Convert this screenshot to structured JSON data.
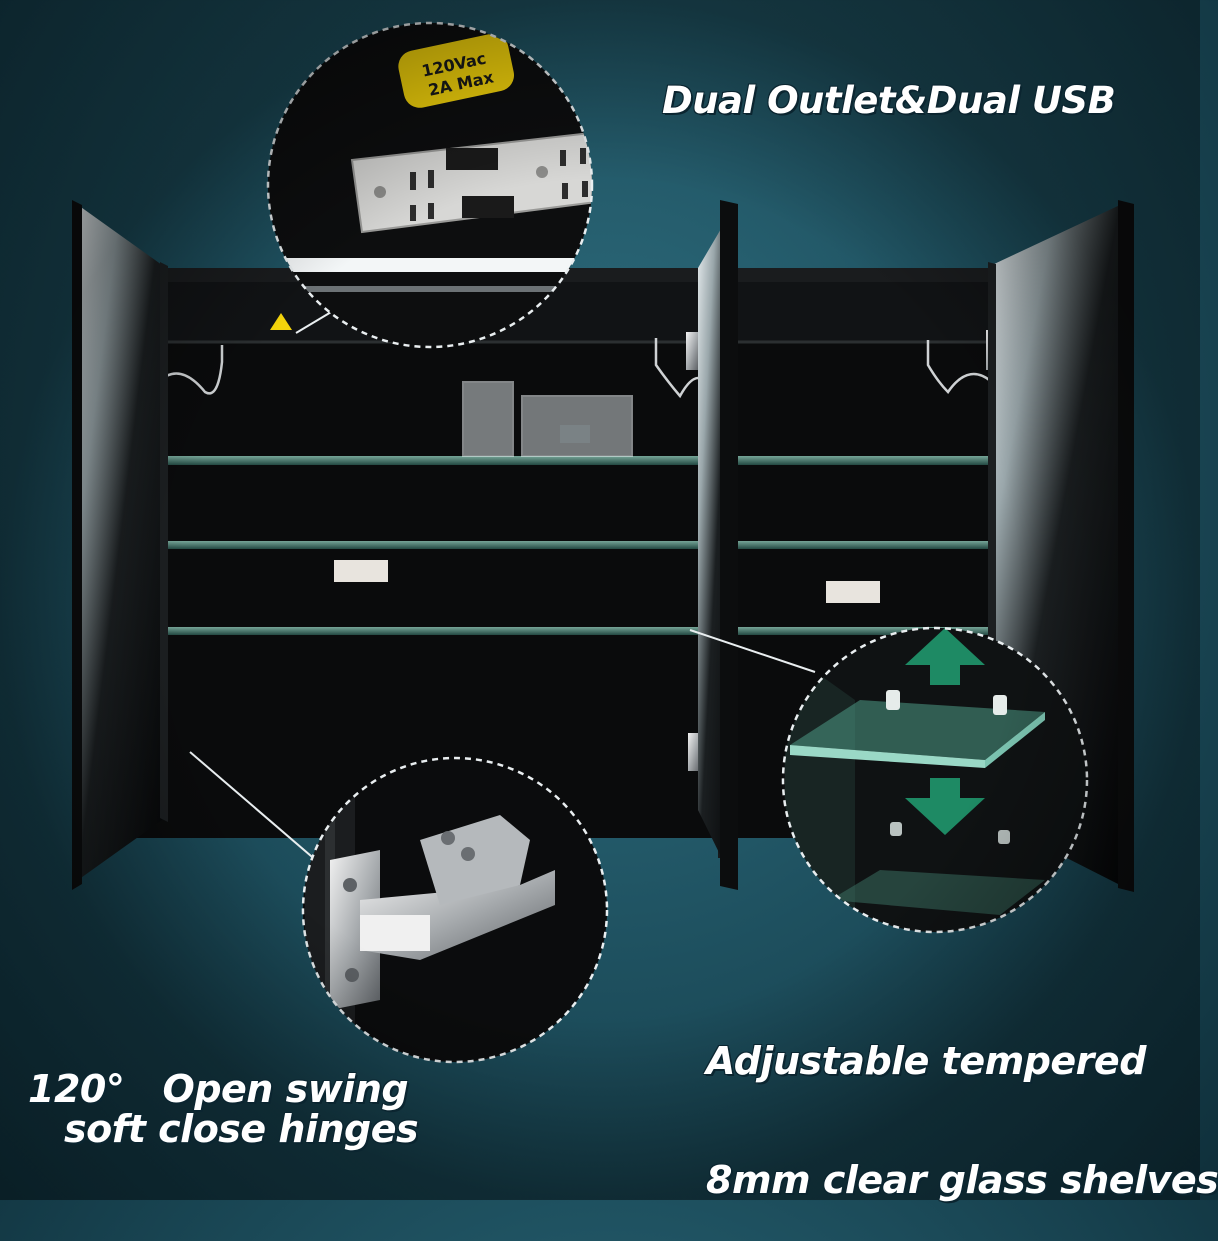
{
  "captions": {
    "usb": "Dual Outlet&Dual USB",
    "shelves_line1": "Adjustable tempered",
    "shelves_line2": "8mm clear glass shelves",
    "hinge_line1": "120°   Open swing",
    "hinge_line2": "soft close hinges"
  },
  "outlet_badge": {
    "line1": "120Vac",
    "line2": "2A Max"
  },
  "colors": {
    "background": "#1f5261",
    "cabinet": "#0a0b0c",
    "shelf_edge": "#6fb8a6",
    "badge": "#f4d40b",
    "arrow": "#1e8a64"
  }
}
